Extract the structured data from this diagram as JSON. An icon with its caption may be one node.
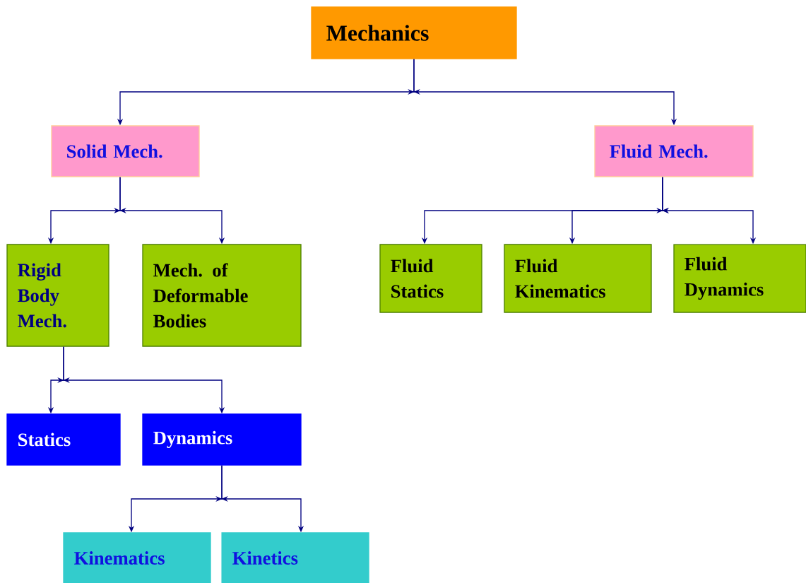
{
  "diagram": {
    "nodes": [
      {
        "text": [
          "Mechanics"
        ]
      },
      {
        "text": [
          "Solid Mech."
        ]
      },
      {
        "text": [
          "Fluid Mech."
        ]
      },
      {
        "text": [
          "Rigid Body Mech."
        ]
      },
      {
        "text": [
          "Mech. of Deformable Bodies"
        ]
      },
      {
        "text": [
          "Fluid Statics"
        ]
      },
      {
        "text": [
          "Fluid Kinematics"
        ]
      },
      {
        "text": [
          "Fluid Dynamics"
        ]
      },
      {
        "text": [
          "Statics"
        ]
      },
      {
        "text": [
          "Dynamics"
        ]
      },
      {
        "text": [
          "Kinematics"
        ]
      },
      {
        "text": [
          "Kinetics"
        ]
      }
    ],
    "edges": [
      {
        "from": 0,
        "to": 1,
        "arrow": "to"
      },
      {
        "from": 0,
        "to": 2,
        "arrow": "to"
      },
      {
        "from": 1,
        "to": 3,
        "arrow": "to"
      },
      {
        "from": 1,
        "to": 4,
        "arrow": "to"
      },
      {
        "from": 2,
        "to": 5,
        "arrow": "to"
      },
      {
        "from": 2,
        "to": 6,
        "arrow": "to"
      },
      {
        "from": 2,
        "to": 7,
        "arrow": "to"
      },
      {
        "from": 3,
        "to": 8,
        "arrow": "to"
      },
      {
        "from": 3,
        "to": 9,
        "arrow": "to"
      },
      {
        "from": 9,
        "to": 10,
        "arrow": "to"
      },
      {
        "from": 9,
        "to": 11,
        "arrow": "to"
      }
    ]
  }
}
